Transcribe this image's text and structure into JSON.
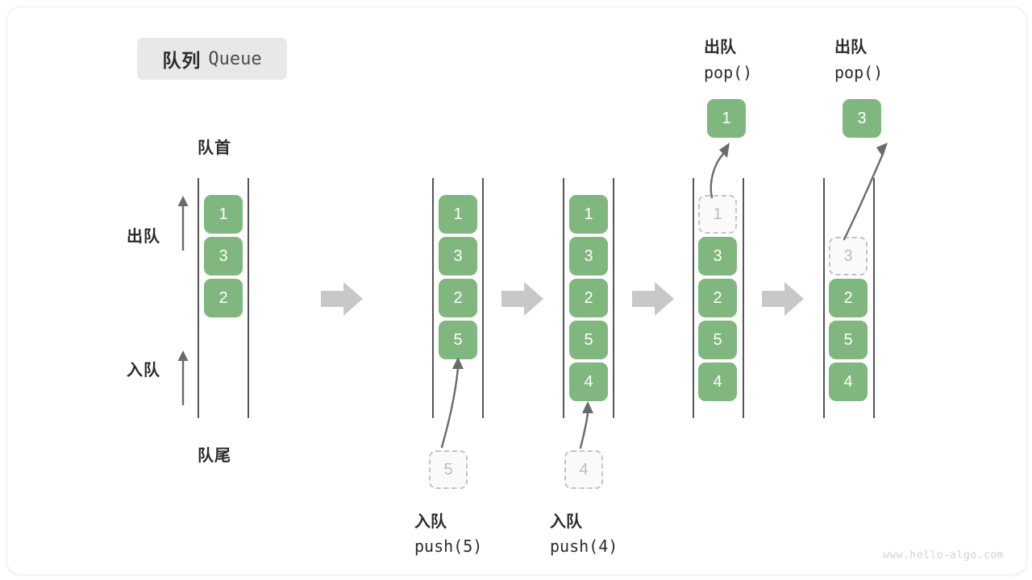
{
  "title": {
    "cn": "队列",
    "en": "Queue"
  },
  "axis_labels": {
    "head": "队首",
    "tail": "队尾",
    "dequeue": "出队",
    "enqueue": "入队"
  },
  "colors": {
    "cell_fill": "#7fb77e",
    "cell_text": "#ffffff",
    "ghost_border": "#c4c4c4",
    "ghost_text": "#bdbdbd",
    "rail": "#555555",
    "arrow_block": "#c8c8c8",
    "arrow_curve": "#6b6b6b",
    "badge_bg": "#e8e8e8",
    "accent_number": "#3f9142",
    "watermark": "#d2d2d2"
  },
  "stages": [
    {
      "id": "stage-initial",
      "cells": [
        {
          "value": "1",
          "state": "filled"
        },
        {
          "value": "3",
          "state": "filled"
        },
        {
          "value": "2",
          "state": "filled"
        }
      ],
      "operation": null
    },
    {
      "id": "stage-push-5",
      "cells": [
        {
          "value": "1",
          "state": "filled"
        },
        {
          "value": "3",
          "state": "filled"
        },
        {
          "value": "2",
          "state": "filled"
        },
        {
          "value": "5",
          "state": "filled"
        }
      ],
      "operation": {
        "kind": "push",
        "cn": "入队",
        "code_prefix": "push(",
        "code_value": "5",
        "code_suffix": ")",
        "ghost_value": "5"
      }
    },
    {
      "id": "stage-push-4",
      "cells": [
        {
          "value": "1",
          "state": "filled"
        },
        {
          "value": "3",
          "state": "filled"
        },
        {
          "value": "2",
          "state": "filled"
        },
        {
          "value": "5",
          "state": "filled"
        },
        {
          "value": "4",
          "state": "filled"
        }
      ],
      "operation": {
        "kind": "push",
        "cn": "入队",
        "code_prefix": "push(",
        "code_value": "4",
        "code_suffix": ")",
        "ghost_value": "4"
      }
    },
    {
      "id": "stage-pop-1",
      "cells": [
        {
          "value": "1",
          "state": "ghost"
        },
        {
          "value": "3",
          "state": "filled"
        },
        {
          "value": "2",
          "state": "filled"
        },
        {
          "value": "5",
          "state": "filled"
        },
        {
          "value": "4",
          "state": "filled"
        }
      ],
      "operation": {
        "kind": "pop",
        "cn": "出队",
        "code_prefix": "pop(",
        "code_value": "",
        "code_suffix": ")",
        "popped_value": "1"
      }
    },
    {
      "id": "stage-pop-3",
      "cells": [
        {
          "value": "",
          "state": "empty"
        },
        {
          "value": "3",
          "state": "ghost"
        },
        {
          "value": "2",
          "state": "filled"
        },
        {
          "value": "5",
          "state": "filled"
        },
        {
          "value": "4",
          "state": "filled"
        }
      ],
      "operation": {
        "kind": "pop",
        "cn": "出队",
        "code_prefix": "pop(",
        "code_value": "",
        "code_suffix": ")",
        "popped_value": "3"
      }
    }
  ],
  "watermark": "www.hello-algo.com"
}
